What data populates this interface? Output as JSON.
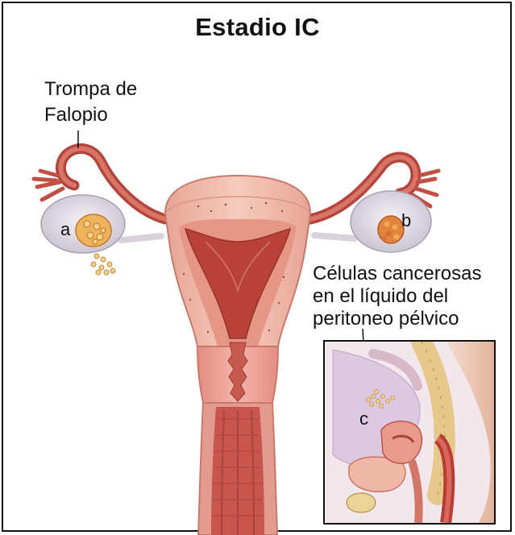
{
  "title": "Estadio IC",
  "labels": {
    "fallopian_line1": "Trompa de",
    "fallopian_line2": "Falopio",
    "cells_line1": "Células cancerosas",
    "cells_line2": "en el líquido del",
    "cells_line3": "peritoneo pélvico"
  },
  "markers": {
    "a": "a",
    "b": "b",
    "c": "c"
  },
  "colors": {
    "uterus_outer": "#f2b8a8",
    "uterus_wall": "#e89a8a",
    "cavity": "#b8433c",
    "tube": "#c2564a",
    "ovary": "#e9e4ec",
    "tumor": "#e9a24a"
  }
}
